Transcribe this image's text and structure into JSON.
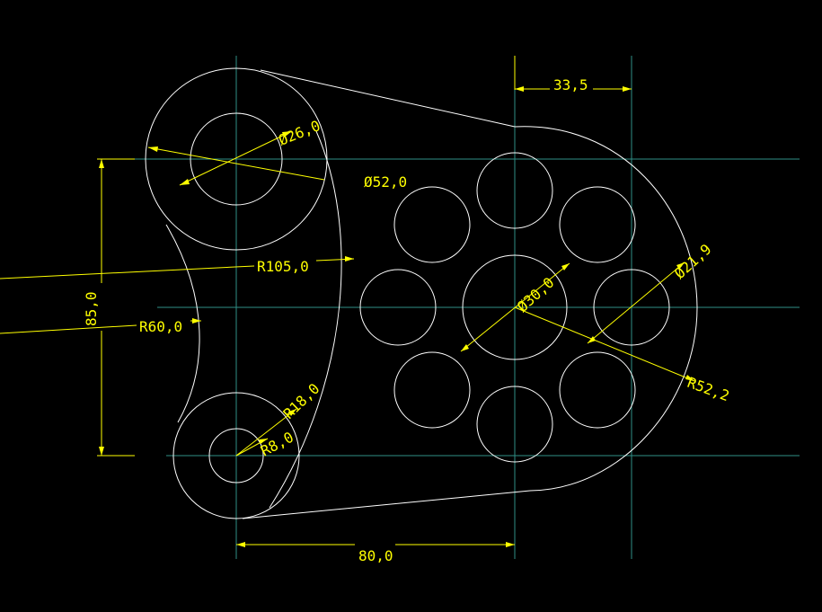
{
  "colors": {
    "background": "#000000",
    "geometry": "#ffffff",
    "centerlines": "#2f8f86",
    "dimensions": "#ffff00"
  },
  "dimensions": {
    "d_33_5": "33,5",
    "dia_26": "Ø26,0",
    "dia_52": "Ø52,0",
    "r105": "R105,0",
    "v85": "85,0",
    "r60": "R60,0",
    "dia_30": "Ø30,0",
    "dia_21_9": "Ø21,9",
    "r52_2": "R52,2",
    "r18": "R18,0",
    "r8": "R8,0",
    "d_80": "80,0"
  }
}
